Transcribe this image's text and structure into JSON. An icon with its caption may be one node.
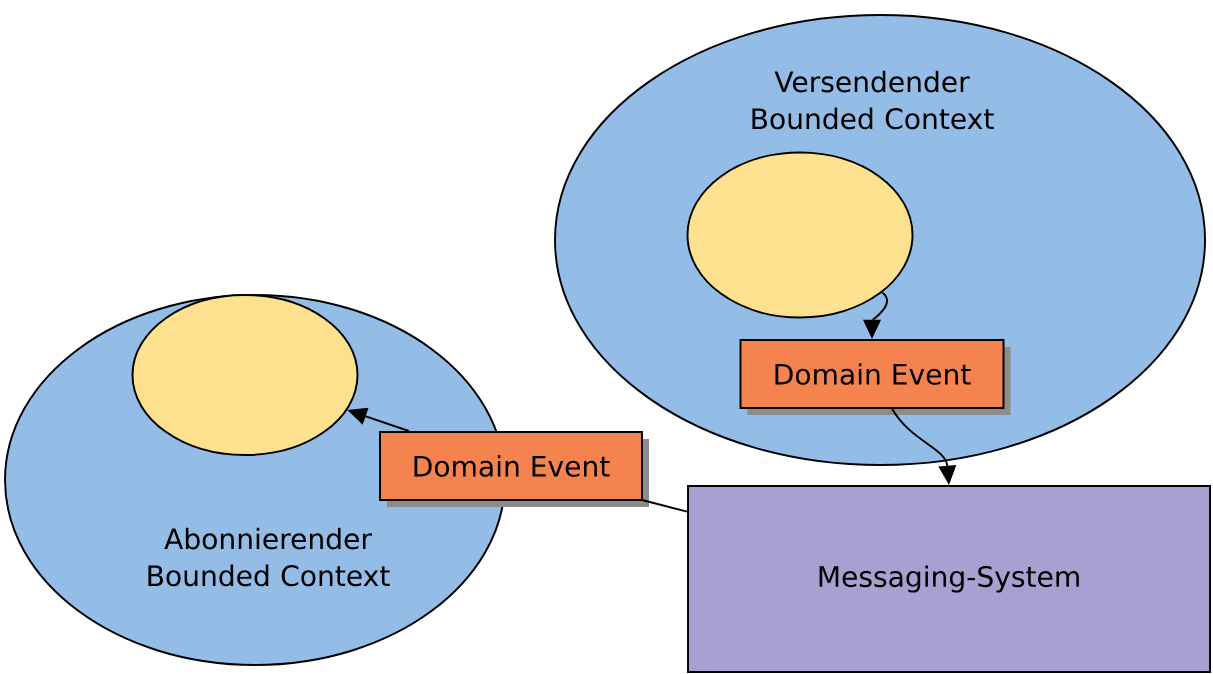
{
  "diagram": {
    "nodes": [
      {
        "text": [
          "Versendender Bounded Context"
        ]
      },
      {
        "text": [],
        "shape": "ellipse",
        "in": 0
      },
      {
        "text": [
          "Domain Event"
        ],
        "in": 0
      },
      {
        "text": [
          "Abonnierender Bounded Context"
        ]
      },
      {
        "text": [],
        "shape": "ellipse",
        "in": 3
      },
      {
        "text": [
          "Domain Event"
        ]
      },
      {
        "text": [
          "Messaging-System"
        ]
      }
    ],
    "edges": [
      {
        "from": 1,
        "to": 2,
        "arrow": "to"
      },
      {
        "from": 2,
        "to": 6,
        "arrow": "to"
      },
      {
        "from": 5,
        "to": 4,
        "arrow": "to"
      },
      {
        "from": 5,
        "to": 6,
        "arrow": "none"
      }
    ]
  }
}
